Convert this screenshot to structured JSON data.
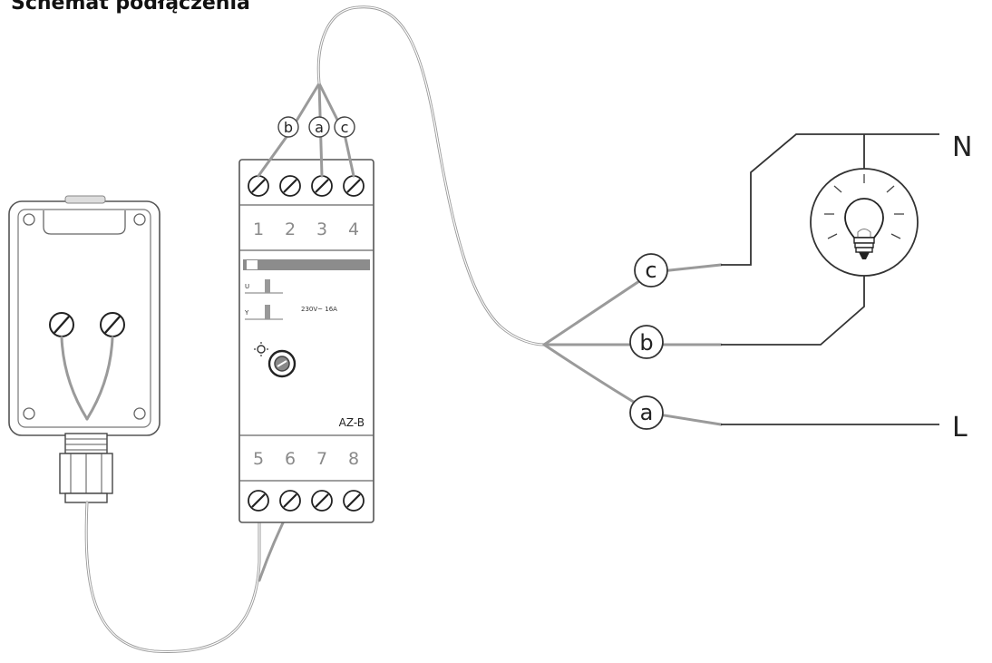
{
  "title": "Schemat podłączenia",
  "relay": {
    "top_terminals": [
      "1",
      "2",
      "3",
      "4"
    ],
    "bottom_terminals": [
      "5",
      "6",
      "7",
      "8"
    ],
    "rating": "230V~ 16A",
    "model": "AZ-B",
    "u_label": "U",
    "y_label": "Y"
  },
  "wire_tags": [
    "b",
    "a",
    "c"
  ],
  "lead_tags": [
    "c",
    "b",
    "a"
  ],
  "lines": {
    "neutral": "N",
    "live": "L"
  }
}
